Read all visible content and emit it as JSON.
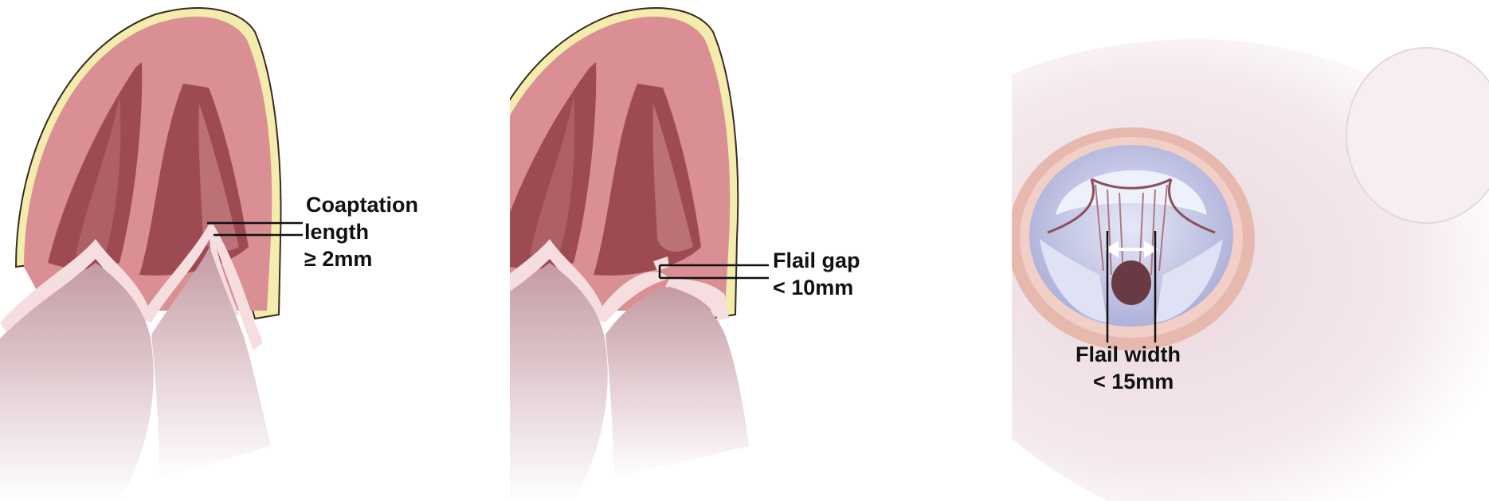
{
  "panels": [
    {
      "labels": {
        "line1": "Coaptation",
        "line2": "length",
        "line3": "≥ 2mm"
      }
    },
    {
      "labels": {
        "line1": "Flail gap",
        "line2": "< 10mm"
      }
    },
    {
      "labels": {
        "line1": "Flail width",
        "line2": "< 15mm"
      }
    }
  ],
  "colors": {
    "myocardium": "#d98f93",
    "papillary": "#9e4a52",
    "papillary_light": "#b76a70",
    "fat": "#f3ecad",
    "leaflet": "#f6dde0",
    "atrium": "#c9a6ae",
    "valve_blue": "#c3c6e8",
    "annulus": "#e7b8ad",
    "ink": "#111111"
  }
}
